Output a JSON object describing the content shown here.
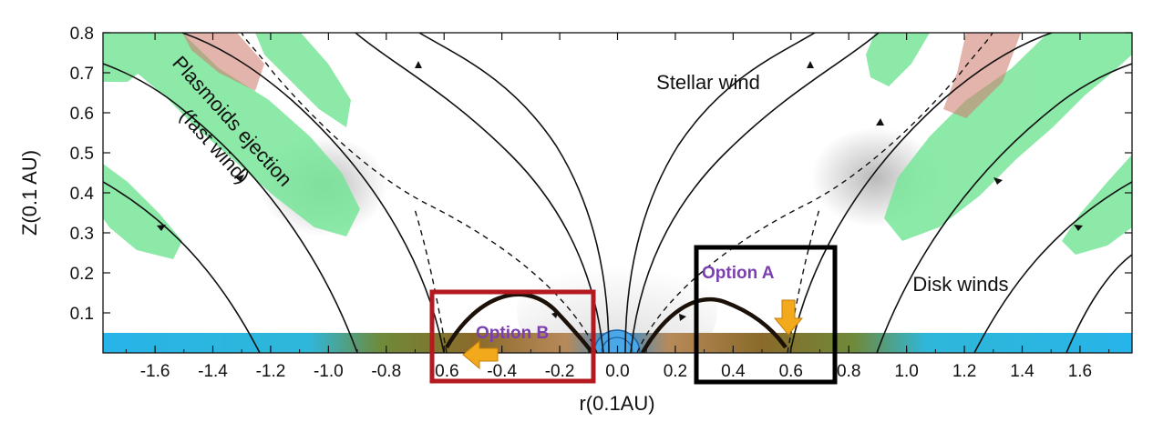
{
  "axes": {
    "x_title": "r(0.1AU)",
    "y_title": "Z(0.1 AU)",
    "x_ticks": [
      "-1.6",
      "-1.4",
      "-1.2",
      "-1.0",
      "-0.8",
      "-0.6",
      "-0.4",
      "-0.2",
      "0.0",
      "0.2",
      "0.4",
      "0.6",
      "0.8",
      "1.0",
      "1.2",
      "1.4",
      "1.6"
    ],
    "x_tick_values": [
      -1.6,
      -1.4,
      -1.2,
      -1.0,
      -0.8,
      -0.6,
      -0.4,
      -0.2,
      0.0,
      0.2,
      0.4,
      0.6,
      0.8,
      1.0,
      1.2,
      1.4,
      1.6
    ],
    "y_ticks": [
      "0.1",
      "0.2",
      "0.3",
      "0.4",
      "0.5",
      "0.6",
      "0.7",
      "0.8"
    ],
    "y_tick_values": [
      0.1,
      0.2,
      0.3,
      0.4,
      0.5,
      0.6,
      0.7,
      0.8
    ],
    "xlim": [
      -1.78,
      1.78
    ],
    "ylim": [
      0.0,
      0.8
    ]
  },
  "annotations": {
    "stellar_wind": "Stellar wind",
    "disk_winds": "Disk winds",
    "plasmoids_line1": "Plasmoids ejection",
    "plasmoids_line2": "(fast wind)"
  },
  "options": {
    "a": {
      "label": "Option A",
      "box_color": "#000000"
    },
    "b": {
      "label": "Option B",
      "box_color": "#b3191f"
    }
  },
  "colors": {
    "option_text": "#7b3fb0",
    "arrow": "#f2a91c",
    "disk_outer": "#2bb9ea",
    "disk_inner": "#8a6a2a",
    "plasmoid_green": "#78e69a",
    "plasmoid_red": "#c86a5a",
    "loop": "#1b1108"
  }
}
